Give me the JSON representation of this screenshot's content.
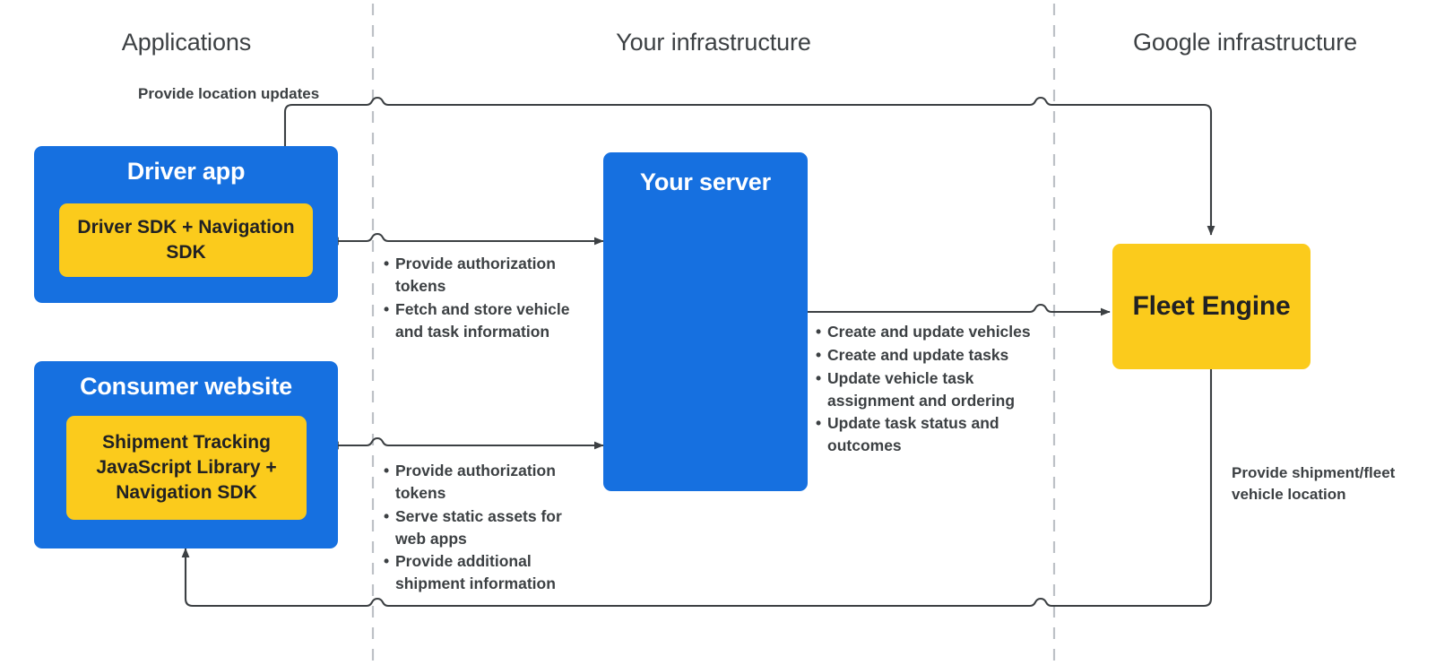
{
  "columns": [
    {
      "id": "applications",
      "label": "Applications"
    },
    {
      "id": "your-infrastructure",
      "label": "Your infrastructure"
    },
    {
      "id": "google-infrastructure",
      "label": "Google infrastructure"
    }
  ],
  "nodes": {
    "driver_app": {
      "title": "Driver app",
      "inner": "Driver SDK +\nNavigation SDK"
    },
    "consumer_website": {
      "title": "Consumer website",
      "inner": "Shipment Tracking\nJavaScript Library  +\nNavigation SDK"
    },
    "your_server": {
      "title": "Your server"
    },
    "fleet_engine": {
      "title": "Fleet Engine"
    }
  },
  "edges": {
    "driver_to_fleet": {
      "label": "Provide location updates"
    },
    "driver_server": {
      "bullets": [
        "Provide authorization tokens",
        "Fetch and store vehicle and task information"
      ]
    },
    "consumer_server": {
      "bullets": [
        "Provide authorization tokens",
        "Serve static assets for web apps",
        "Provide additional shipment information"
      ]
    },
    "server_to_fleet": {
      "bullets": [
        "Create and update vehicles",
        "Create and update tasks",
        "Update vehicle task assignment and ordering",
        "Update task status and outcomes"
      ]
    },
    "fleet_to_consumer": {
      "label": "Provide shipment/fleet\nvehicle location"
    }
  },
  "colors": {
    "blue": "#1670e0",
    "yellow": "#fbcb1c",
    "text_dark": "#3c4043",
    "text_darker": "#202124",
    "line": "#3c4043",
    "divider": "#bdc1c6",
    "background": "#ffffff"
  }
}
